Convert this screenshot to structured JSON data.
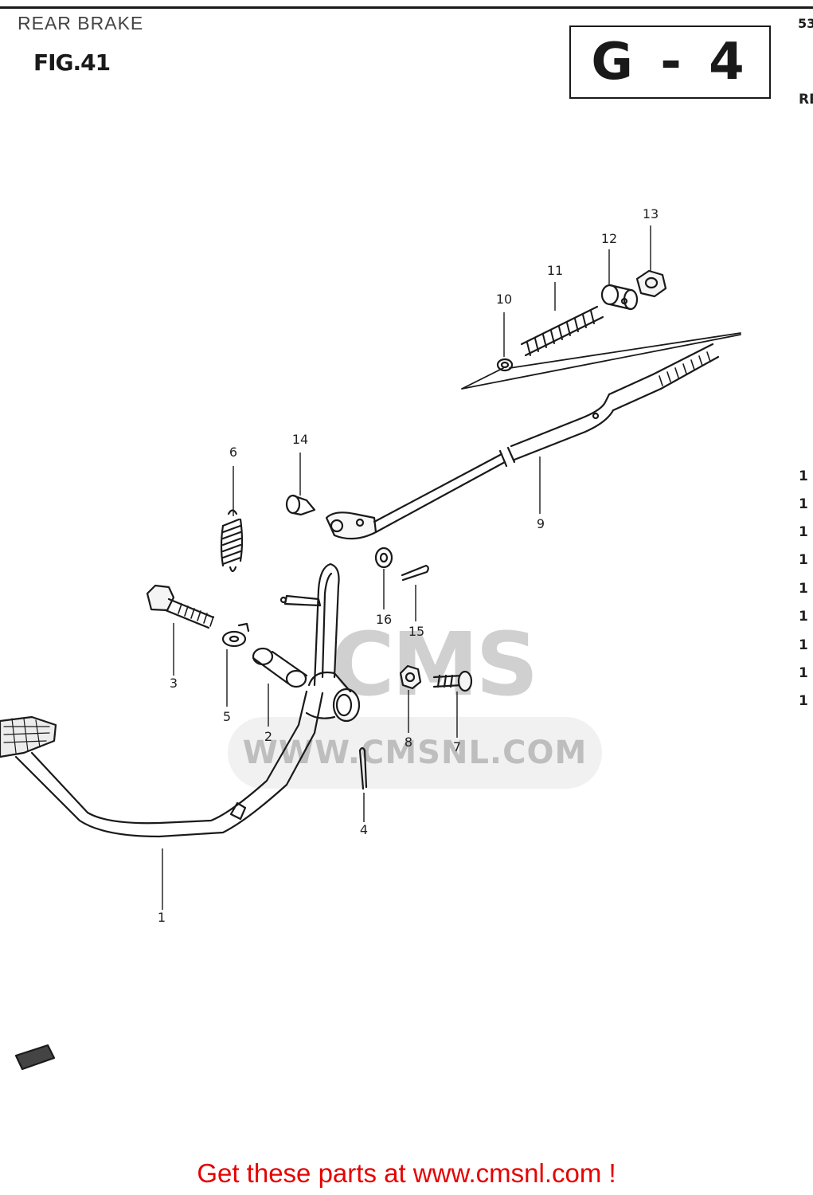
{
  "header": {
    "section_title": "REAR BRAKE",
    "figure_label": "FIG.41",
    "page_code": "G - 4",
    "page_number": "53"
  },
  "watermark": {
    "brand": "CMS",
    "url": "WWW.CMSNL.COM"
  },
  "callouts": {
    "c1": "1",
    "c2": "2",
    "c3": "3",
    "c4": "4",
    "c5": "5",
    "c6": "6",
    "c7": "7",
    "c8": "8",
    "c9": "9",
    "c10": "10",
    "c11": "11",
    "c12": "12",
    "c13": "13",
    "c14": "14",
    "c15": "15",
    "c16": "16"
  },
  "edge_column": [
    "RE",
    "1",
    "1",
    "1",
    "1",
    "1",
    "1",
    "1",
    "1",
    "1"
  ],
  "footer": {
    "cta": "Get these parts at www.cmsnl.com !"
  },
  "colors": {
    "ink": "#1a1a1a",
    "cta": "#e60000",
    "watermark": "#999999"
  }
}
